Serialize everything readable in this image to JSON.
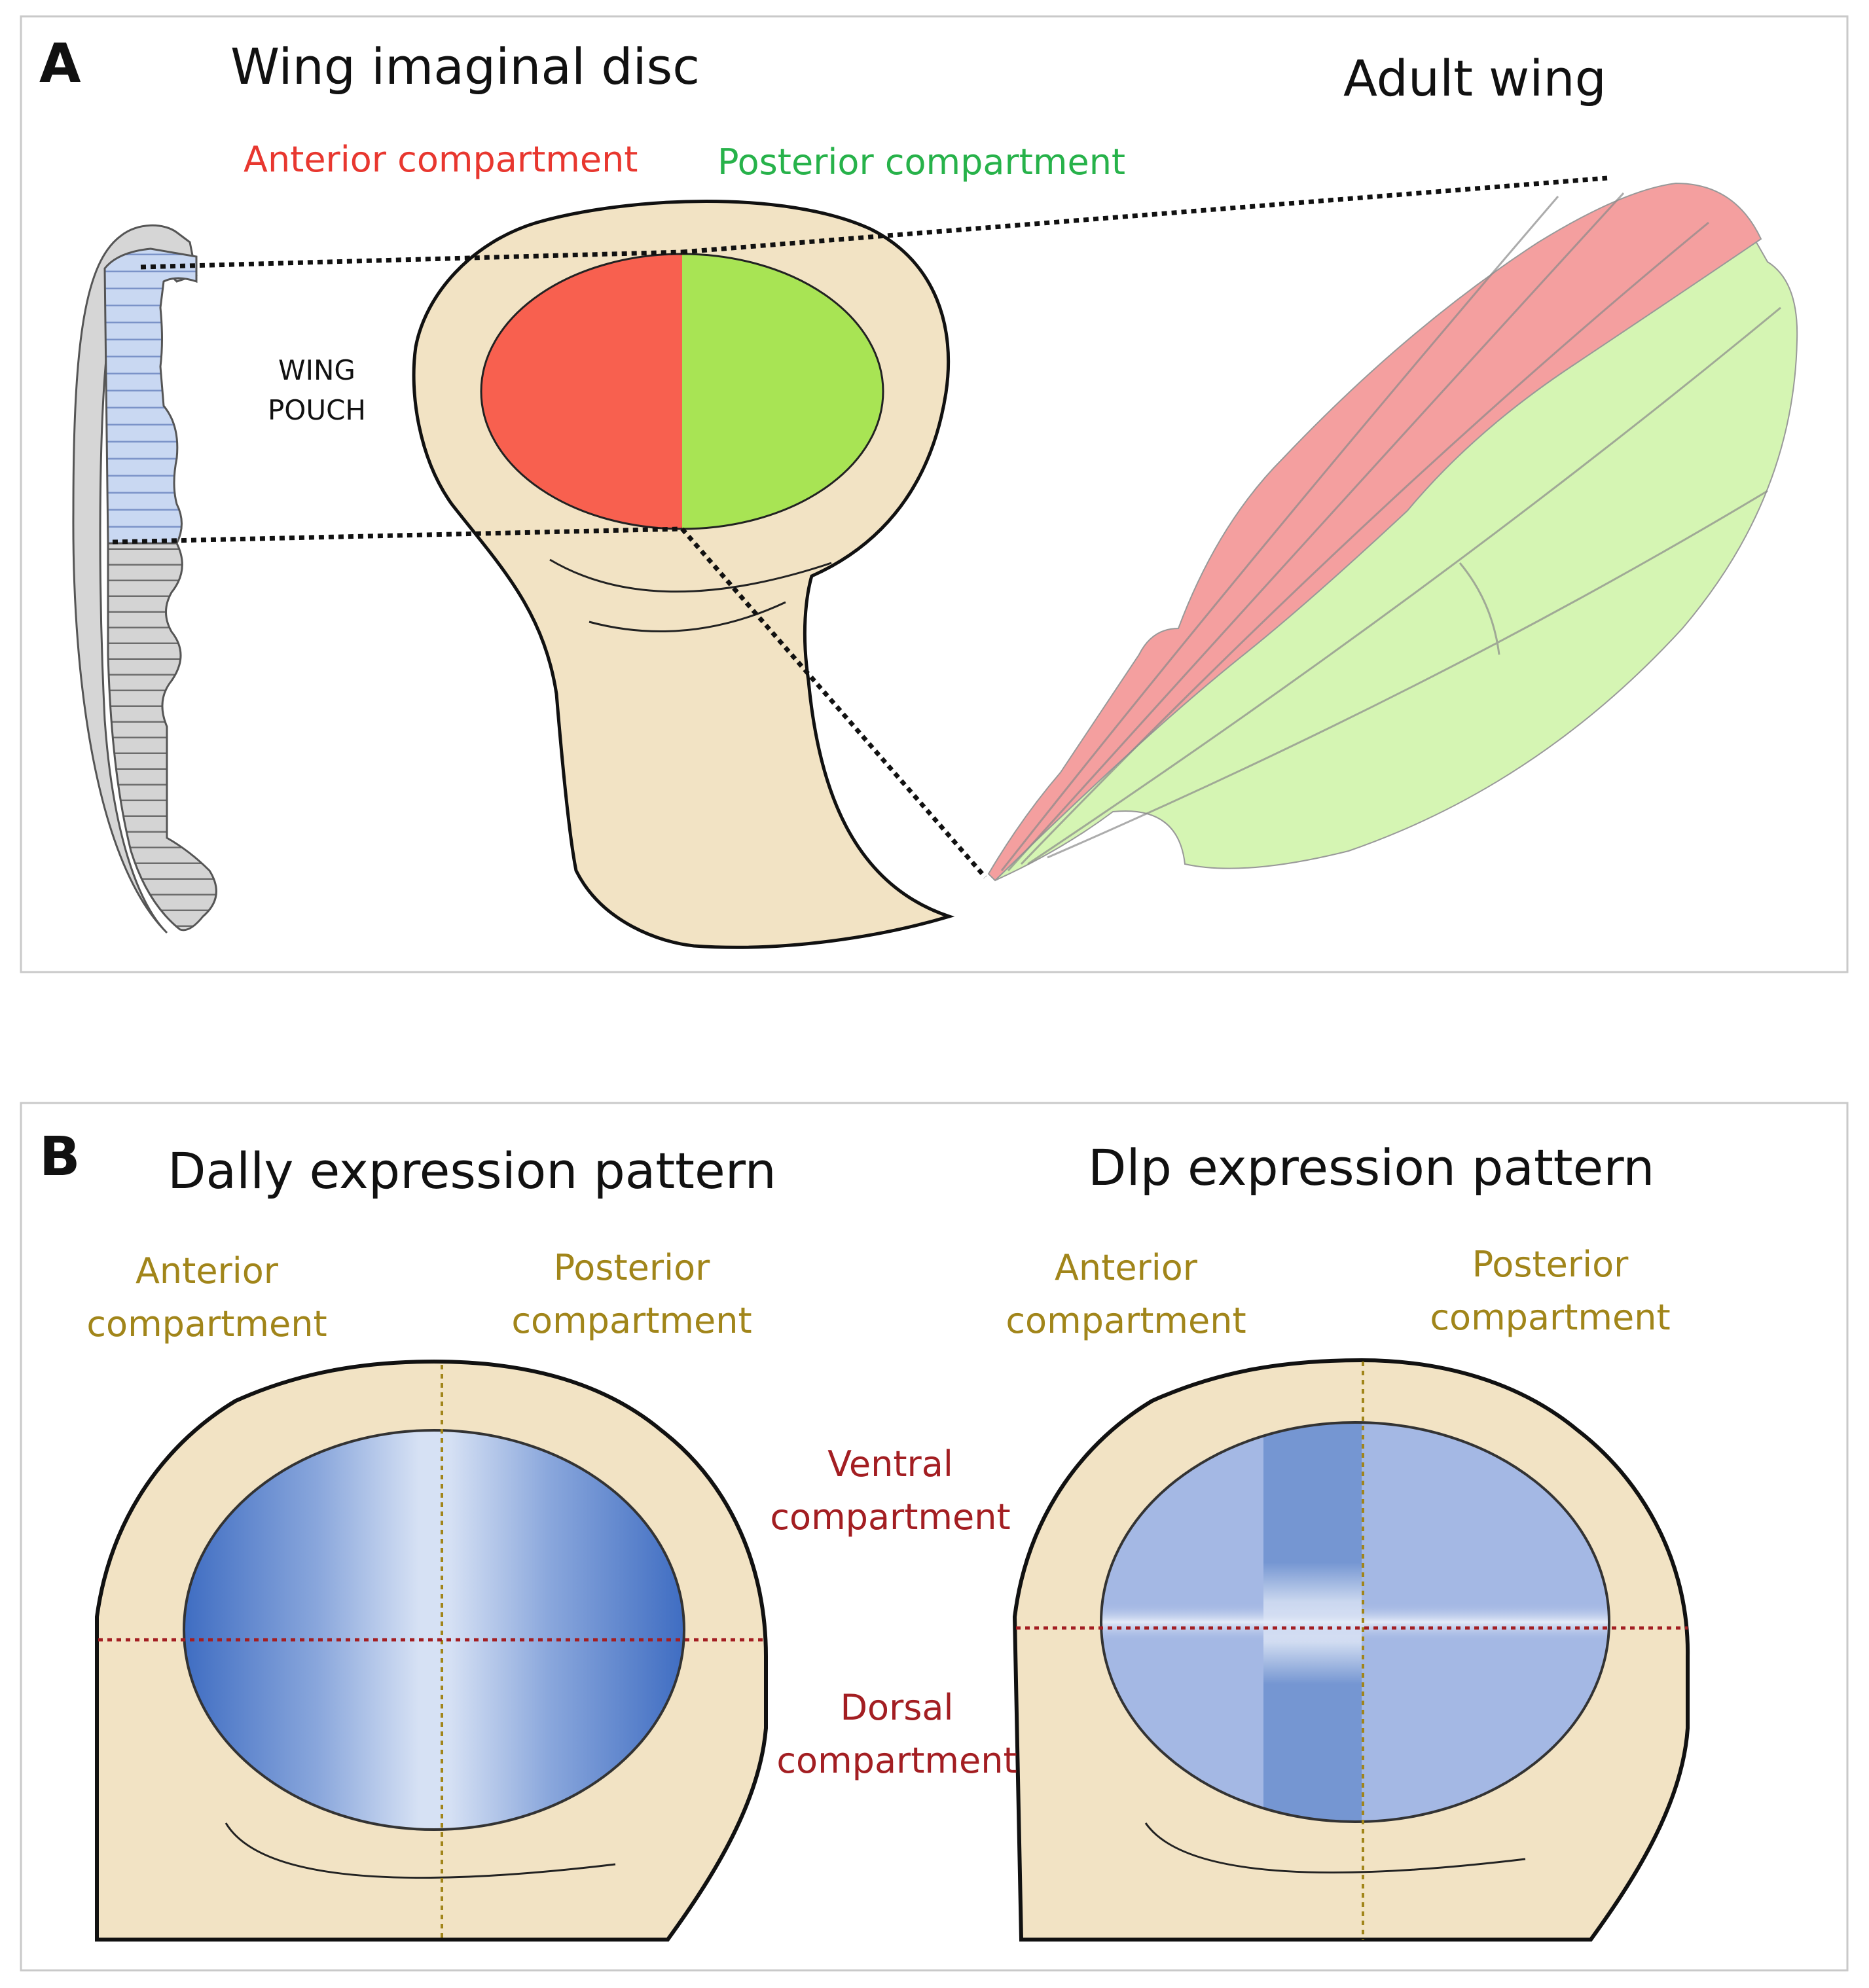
{
  "panel_a": {
    "letter": "A",
    "title_disc": "Wing imaginal disc",
    "title_wing": "Adult wing",
    "label_anterior": "Anterior compartment",
    "label_posterior": "Posterior compartment",
    "pouch_line1": "WING",
    "pouch_line2": "POUCH"
  },
  "panel_b": {
    "letter": "B",
    "dally_title": "Dally expression pattern",
    "dlp_title": "Dlp expression pattern",
    "dally_anterior_1": "Anterior",
    "dally_anterior_2": "compartment",
    "dally_posterior_1": "Posterior",
    "dally_posterior_2": "compartment",
    "dlp_anterior_1": "Anterior",
    "dlp_anterior_2": "compartment",
    "dlp_posterior_1": "Posterior",
    "dlp_posterior_2": "compartment",
    "ventral_1": "Ventral",
    "ventral_2": "compartment",
    "dorsal_1": "Dorsal",
    "dorsal_2": "compartment"
  },
  "colors": {
    "anterior_red": "#f8604f",
    "posterior_green": "#a8e454",
    "tissue": "#f2e3c4",
    "expression_blue": "#3f6fc5",
    "label_red": "#e8372f",
    "label_green": "#27b24a",
    "label_gold": "#a1851a",
    "label_darkred": "#a31e22"
  }
}
